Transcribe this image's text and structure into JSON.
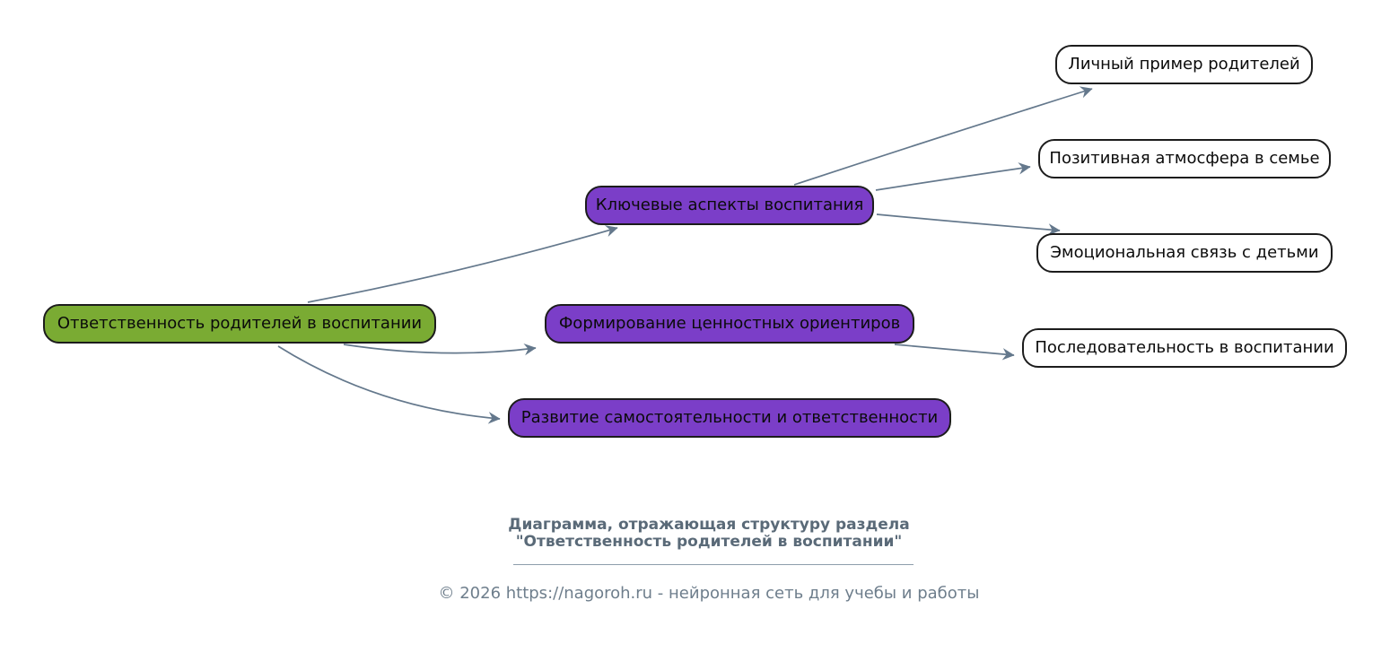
{
  "diagram": {
    "root": {
      "label": "Ответственность родителей в воспитании"
    },
    "branches": [
      {
        "label": "Ключевые аспекты воспитания"
      },
      {
        "label": "Формирование ценностных ориентиров"
      },
      {
        "label": "Развитие самостоятельности и ответственности"
      }
    ],
    "leaves": [
      {
        "label": "Личный пример родителей"
      },
      {
        "label": "Позитивная атмосфера в семье"
      },
      {
        "label": "Эмоциональная связь с детьми"
      },
      {
        "label": "Последовательность в воспитании"
      }
    ],
    "edges": [
      {
        "from": "root",
        "to": "branch-1"
      },
      {
        "from": "root",
        "to": "branch-2"
      },
      {
        "from": "root",
        "to": "branch-3"
      },
      {
        "from": "branch-1",
        "to": "leaf-1"
      },
      {
        "from": "branch-1",
        "to": "leaf-2"
      },
      {
        "from": "branch-1",
        "to": "leaf-3"
      },
      {
        "from": "branch-2",
        "to": "leaf-4"
      }
    ],
    "colors": {
      "root_fill": "#7aab33",
      "branch_fill": "#7b3ec8",
      "leaf_fill": "#ffffff",
      "node_border": "#1c1c1c",
      "arrow": "#64788c",
      "footer_text": "#5a6a78",
      "copyright_text": "#6e7e8c"
    }
  },
  "footer": {
    "caption_line1": "Диаграмма, отражающая структуру раздела",
    "caption_line2": "\"Ответственность родителей в воспитании\"",
    "copyright": "© 2026 https://nagoroh.ru - нейронная сеть для учебы и работы"
  }
}
